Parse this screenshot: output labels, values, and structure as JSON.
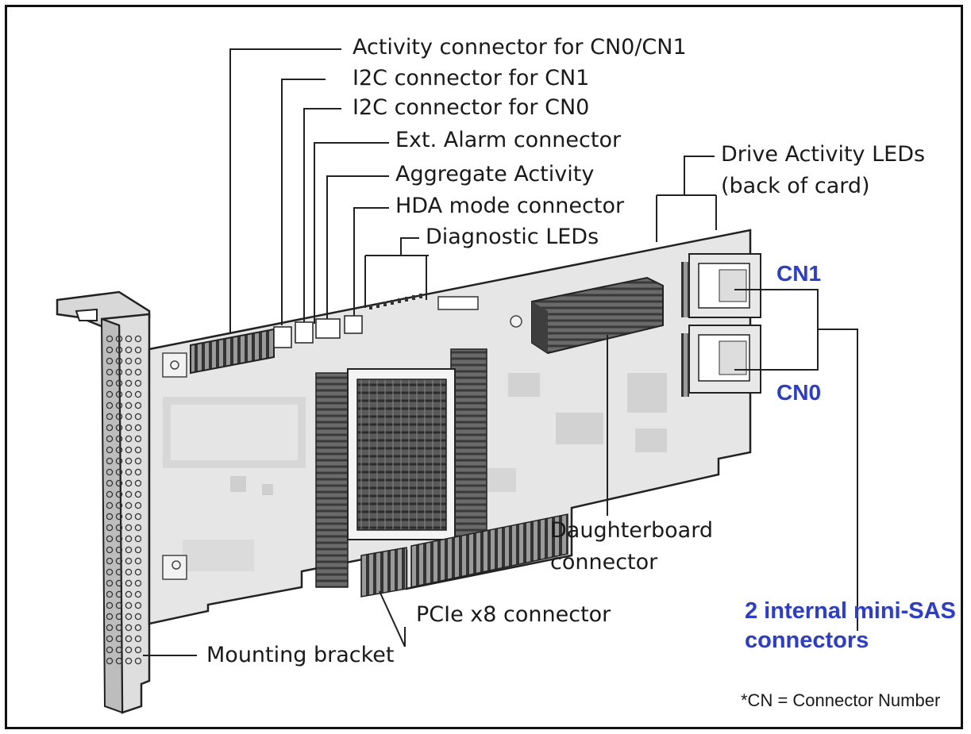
{
  "labels": {
    "activity_cn0_cn1": "Activity connector for CN0/CN1",
    "i2c_cn1": "I2C connector for CN1",
    "i2c_cn0": "I2C connector for CN0",
    "ext_alarm": "Ext. Alarm connector",
    "aggregate_activity": "Aggregate Activity",
    "hda_mode": "HDA mode connector",
    "diagnostic_leds": "Diagnostic LEDs",
    "drive_activity_1": "Drive Activity LEDs",
    "drive_activity_2": "(back of card)",
    "cn1": "CN1",
    "cn0": "CN0",
    "daughterboard_1": "Daughterboard",
    "daughterboard_2": "connector",
    "pcie": "PCIe x8 connector",
    "mini_sas_1": "2 internal mini-SAS",
    "mini_sas_2": "connectors",
    "mounting_bracket": "Mounting bracket",
    "footnote": "*CN = Connector Number"
  },
  "colors": {
    "line": "#222222",
    "blue": "#2a3bd6",
    "board": "#e6e6e6",
    "heatsink": "#555555"
  }
}
